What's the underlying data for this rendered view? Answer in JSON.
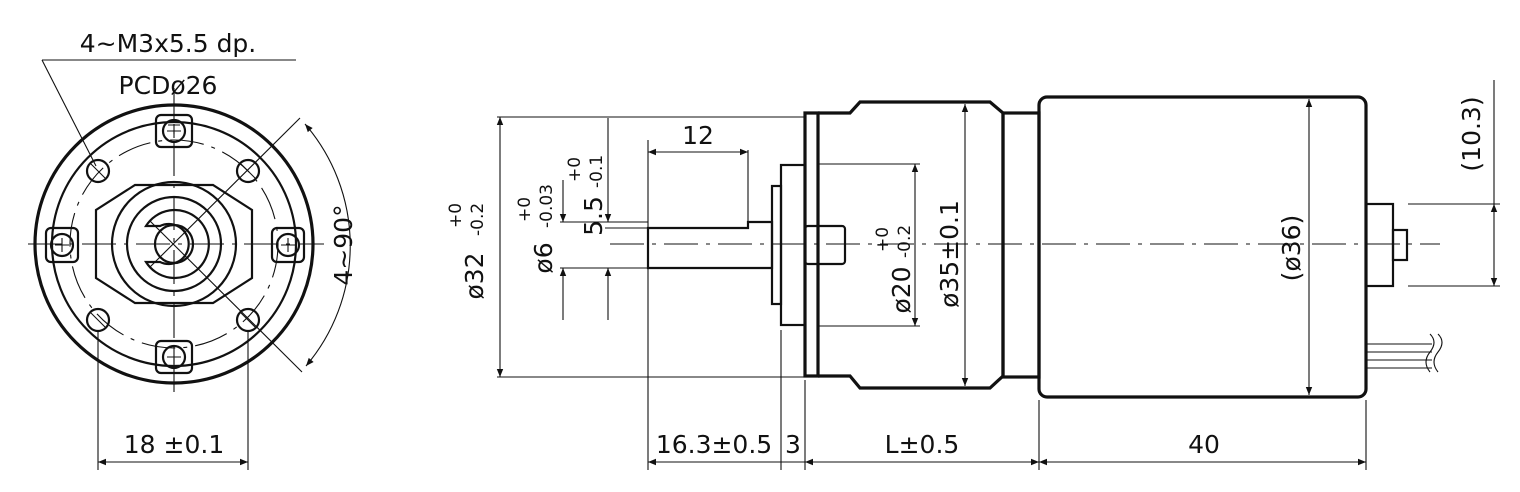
{
  "front_view": {
    "hole_callout_line1": "4~M3x5.5 dp.",
    "hole_callout_line2": "PCDø26",
    "angle_dim": "4~90°",
    "width_dim": "18 ±0.1"
  },
  "side_view": {
    "shaft_len_dim": "12",
    "shaft_len_total": "16.3±0.5",
    "boss_len": "3",
    "gearbox_len": "L±0.5",
    "motor_len": "40",
    "dia_32": {
      "base": "ø32",
      "upper": "+0",
      "lower": "-0.2"
    },
    "dia_6": {
      "base": "ø6",
      "upper": "+0",
      "lower": "-0.03"
    },
    "flat_5_5": {
      "base": "5.5",
      "upper": "+0",
      "lower": "-0.1"
    },
    "dia_20": {
      "base": "ø20",
      "upper": "+0",
      "lower": "-0.2"
    },
    "dia_35": "ø35±0.1",
    "dia_36": "(ø36)",
    "offset_10_3": "(10.3)"
  }
}
